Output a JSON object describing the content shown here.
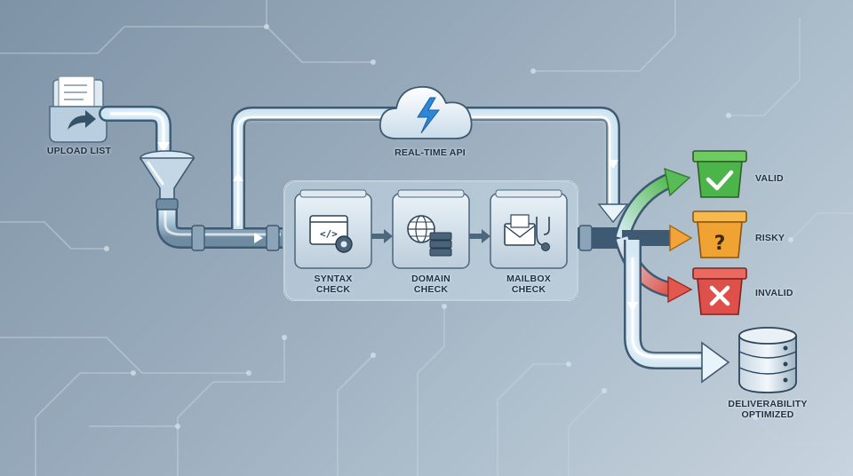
{
  "colors": {
    "background_dark": "#7e93a6",
    "background_light": "#c8d4de",
    "pipe_glow": "#bfe6ff",
    "valid": "#4cb54a",
    "risky": "#f0a232",
    "invalid": "#e0504a"
  },
  "source": {
    "label": "UPLOAD LIST",
    "icon": "folder-upload-icon"
  },
  "api": {
    "label": "REAL-TIME API",
    "icon": "cloud-lightning-icon"
  },
  "checks": [
    {
      "line1": "SYNTAX",
      "line2": "CHECK",
      "icon": "code-gear-icon"
    },
    {
      "line1": "DOMAIN",
      "line2": "CHECK",
      "icon": "globe-server-icon"
    },
    {
      "line1": "MAILBOX",
      "line2": "CHECK",
      "icon": "envelope-stethoscope-icon"
    }
  ],
  "outcomes": [
    {
      "label": "VALID",
      "icon": "green-bin-check-icon"
    },
    {
      "label": "RISKY",
      "icon": "orange-bin-question-icon"
    },
    {
      "label": "INVALID",
      "icon": "red-bin-x-icon"
    }
  ],
  "destination": {
    "line1": "DELIVERABILITY",
    "line2": "OPTIMIZED",
    "icon": "database-icon"
  }
}
